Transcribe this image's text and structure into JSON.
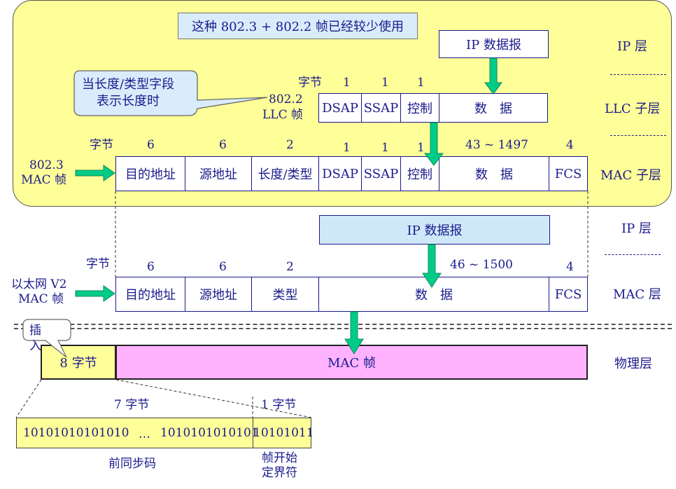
{
  "colors": {
    "ink": "#1a1a8c",
    "yellow_panel": "#ffff99",
    "note_fill": "#d9ecfb",
    "ip_fill": "#cfe8f8",
    "mac_fill": "#ffb3ff",
    "preamble_fill": "#ffff99",
    "arrow": "#00cc88"
  },
  "top_note": "这种 802.3 + 802.2 帧已经较少使用",
  "callout": {
    "line1": "当长度/类型字段",
    "line2": "表示长度时"
  },
  "layers_right": {
    "ip_top": "IP 层",
    "llc": "LLC 子层",
    "mac_sub": "MAC 子层",
    "ip_bottom": "IP 层",
    "mac": "MAC 层",
    "phys": "物理层"
  },
  "ip_packet_top": "IP 数据报",
  "llc": {
    "side_l1": "802.2",
    "side_l2": "LLC 帧",
    "bytes_label": "字节",
    "bytes": [
      "1",
      "1",
      "1"
    ],
    "fields": [
      "DSAP",
      "SSAP",
      "控制",
      "数　据"
    ]
  },
  "mac8023": {
    "side_l1": "802.3",
    "side_l2": "MAC 帧",
    "bytes_label": "字节",
    "bytes": [
      "6",
      "6",
      "2",
      "1",
      "1",
      "1",
      "43 ~ 1497",
      "4"
    ],
    "fields": [
      "目的地址",
      "源地址",
      "长度/类型",
      "DSAP",
      "SSAP",
      "控制",
      "数　据",
      "FCS"
    ]
  },
  "ip_packet_bottom": "IP 数据报",
  "ethv2": {
    "side_l1": "以太网 V2",
    "side_l2": "MAC 帧",
    "bytes_label": "字节",
    "bytes": [
      "6",
      "6",
      "2",
      "46 ~ 1500",
      "4"
    ],
    "fields": [
      "目的地址",
      "源地址",
      "类型",
      "数　据",
      "FCS"
    ]
  },
  "physical": {
    "insert_label": "插入",
    "preamble": "8 字节",
    "mac_frame": "MAC 帧"
  },
  "bits": {
    "label_7": "7 字节",
    "label_1": "1 字节",
    "preamble_bits": "10101010101010",
    "ellipsis": "…",
    "mid_bits": "1010101010101",
    "sfd_bits": "10101011",
    "caption_preamble": "前同步码",
    "caption_sfd_l1": "帧开始",
    "caption_sfd_l2": "定界符"
  }
}
